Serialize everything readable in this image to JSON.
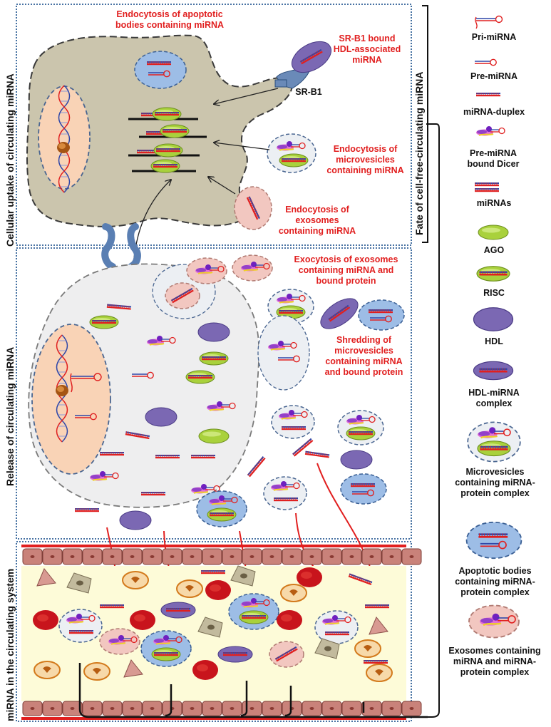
{
  "panels": {
    "uptake_title": "Cellular uptake of circulating miRNA",
    "release_title": "Release of circulating miRNA",
    "circulation_title": "miRNA in the circulating system",
    "fate_title": "Fate of cell-free-circulating miRNA"
  },
  "annotations": {
    "apoptotic": "Endocytosis of apoptotic bodies containing miRNA",
    "srb1_bound": "SR-B1 bound HDL-associated miRNA",
    "srb1": "SR-B1",
    "microvesicles_endo": "Endocytosis of microvesicles containing miRNA",
    "exosomes_endo": "Endocytosis of exosomes containing miRNA",
    "exocytosis": "Exocytosis of exosomes containing miRNA and bound protein",
    "shredding": "Shredding of microvesicles containing miRNA and bound protein"
  },
  "legend": [
    {
      "label": "Pri-miRNA",
      "icon": "pri-mirna-icon"
    },
    {
      "label": "Pre-miRNA",
      "icon": "pre-mirna-icon"
    },
    {
      "label": "miRNA-duplex",
      "icon": "mirna-duplex-icon"
    },
    {
      "label": "Pre-miRNA bound Dicer",
      "icon": "dicer-icon"
    },
    {
      "label": "miRNAs",
      "icon": "mirnas-icon"
    },
    {
      "label": "AGO",
      "icon": "ago-icon"
    },
    {
      "label": "RISC",
      "icon": "risc-icon"
    },
    {
      "label": "HDL",
      "icon": "hdl-icon"
    },
    {
      "label": "HDL-miRNA complex",
      "icon": "hdl-mirna-icon"
    },
    {
      "label": "Microvesicles containing miRNA-protein complex",
      "icon": "microvesicle-icon"
    },
    {
      "label": "Apoptotic bodies containing miRNA-protein complex",
      "icon": "apoptotic-body-icon"
    },
    {
      "label": "Exosomes containing miRNA and miRNA-protein complex",
      "icon": "exosome-icon"
    }
  ],
  "colors": {
    "label_red": "#e11f1f",
    "cell_fill": "#cbc5ad",
    "nucleus_fill": "#f9d3b6",
    "hdl_purple": "#7b68b3",
    "ago_green": "#a9d13c",
    "apoptotic_blue": "#9dbde6",
    "exosome_pink": "#f2c7c0",
    "vessel_wall": "#c9827a",
    "plasma": "#fdfbd8",
    "rbc_red": "#c8141c",
    "panel_border": "#2e5f96"
  }
}
